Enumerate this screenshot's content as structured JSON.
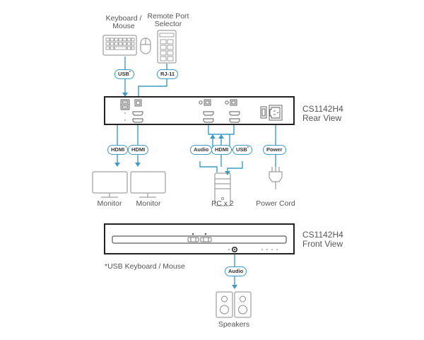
{
  "devices": {
    "keyboard_mouse": {
      "label_line1": "Keyboard /",
      "label_line2": "Mouse"
    },
    "remote_port_selector": {
      "label_line1": "Remote Port",
      "label_line2": "Selector"
    },
    "monitor_1": {
      "label": "Monitor"
    },
    "monitor_2": {
      "label": "Monitor"
    },
    "pc": {
      "label": "PC x 2"
    },
    "power_cord": {
      "label": "Power Cord"
    },
    "speakers": {
      "label": "Speakers"
    }
  },
  "units": {
    "rear": {
      "model": "CS1142H4",
      "view": "Rear View"
    },
    "front": {
      "model": "CS1142H4",
      "view": "Front View"
    }
  },
  "cables": {
    "usb_keyboard": "USB*",
    "rj11": "RJ-11",
    "hdmi_monitor_1": "HDMI",
    "hdmi_monitor_2": "HDMI",
    "audio_pc": "Audio",
    "hdmi_pc": "HDMI",
    "usb_pc": "USB*",
    "power": "Power",
    "audio_speakers": "Audio"
  },
  "footnote": "*USB Keyboard / Mouse",
  "colors": {
    "cable": "#3d9bc4",
    "outline": "#222222",
    "device": "#8a8a8a"
  }
}
